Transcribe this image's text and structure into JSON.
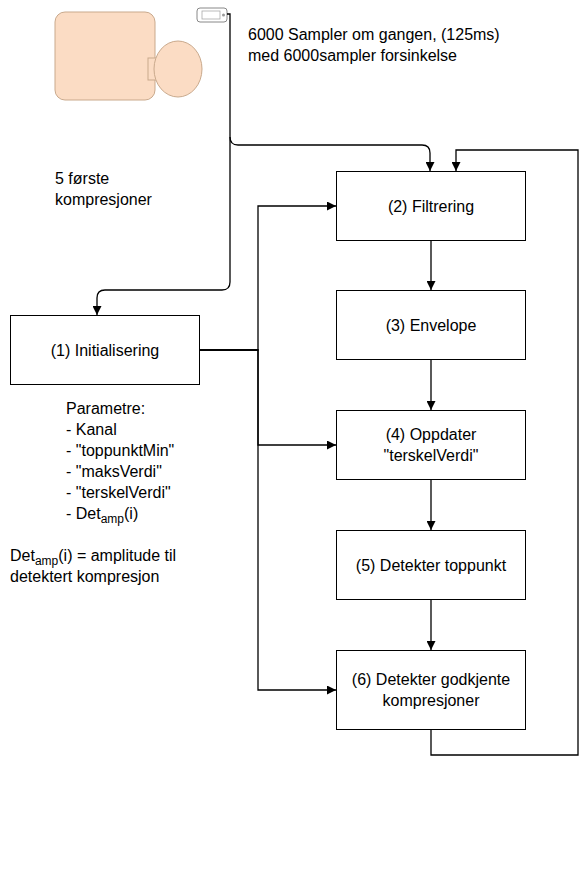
{
  "diagram": {
    "nodes": [
      {
        "text": [
          "(1) Initialisering"
        ]
      },
      {
        "text": [
          "(2) Filtrering"
        ]
      },
      {
        "text": [
          "(3) Envelope"
        ]
      },
      {
        "text": [
          "(4) Oppdater \"terskelVerdi\""
        ]
      },
      {
        "text": [
          "(5) Detekter toppunkt"
        ]
      },
      {
        "text": [
          "(6) Detekter godkjente kompresjoner"
        ]
      }
    ],
    "edges": [
      {
        "from": 0,
        "to": 1,
        "arrow": "to"
      },
      {
        "from": 0,
        "to": 3,
        "arrow": "to"
      },
      {
        "from": 0,
        "to": 5,
        "arrow": "to"
      },
      {
        "from": 1,
        "to": 2,
        "arrow": "to"
      },
      {
        "from": 2,
        "to": 3,
        "arrow": "to"
      },
      {
        "from": 3,
        "to": 4,
        "arrow": "to"
      },
      {
        "from": 4,
        "to": 5,
        "arrow": "to"
      },
      {
        "from": 5,
        "to": 1,
        "arrow": "to"
      }
    ],
    "labels": [
      "6000 Sampler om gangen, (125ms) med 6000sampler forsinkelse",
      "5 første kompresjoner",
      "Parametre:",
      "- Kanal",
      "- \"toppunktMin\"",
      "- \"maksVerdi\"",
      "- \"terskelVerdi\"",
      "- Det",
      "amp",
      "(i)",
      "Det",
      "amp",
      "(i) = amplitude til detektert kompresjon"
    ]
  }
}
